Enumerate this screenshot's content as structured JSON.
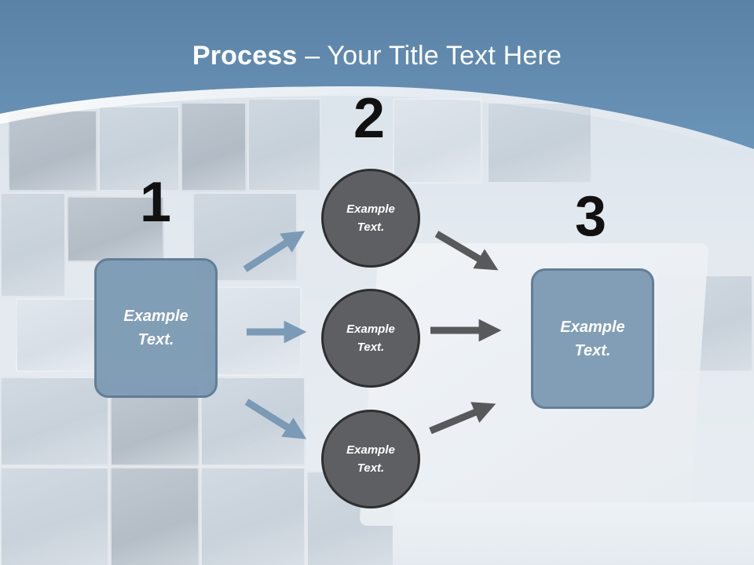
{
  "title": {
    "bold": "Process",
    "rest": " – Your Title Text Here"
  },
  "steps": [
    "1",
    "2",
    "3"
  ],
  "box_left": {
    "line1": "Example",
    "line2": "Text."
  },
  "circles": [
    {
      "line1": "Example",
      "line2": "Text."
    },
    {
      "line1": "Example",
      "line2": "Text."
    },
    {
      "line1": "Example",
      "line2": "Text."
    }
  ],
  "box_right": {
    "line1": "Example",
    "line2": "Text."
  },
  "colors": {
    "header": "#5f89ad",
    "box_fill": "#7e9bb5",
    "circle_fill": "#5e5f62",
    "arrow_blue": "#7a9ab5",
    "arrow_gray": "#58595b"
  }
}
